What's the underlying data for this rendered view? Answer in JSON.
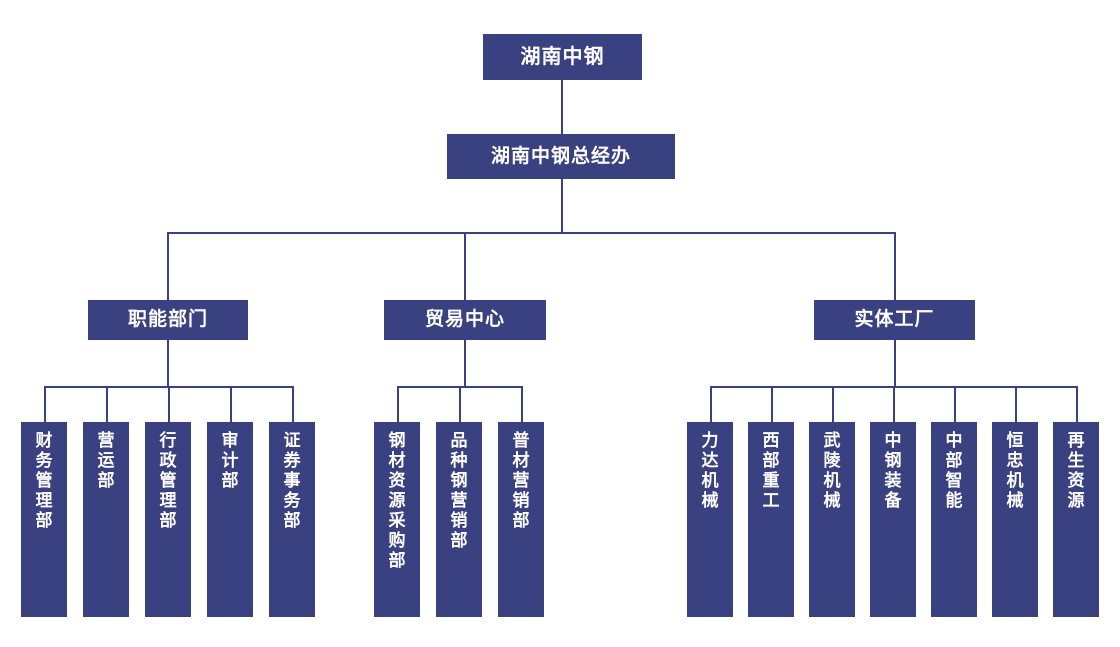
{
  "theme": {
    "box_fill": "#3a4180",
    "line_color": "#3a4180",
    "text_color": "#ffffff",
    "background": "#ffffff"
  },
  "org_chart": {
    "root": {
      "label": "湖南中钢"
    },
    "level2": {
      "label": "湖南中钢总经办"
    },
    "branches": [
      {
        "label": "职能部门",
        "children": [
          {
            "label": "财务管理部"
          },
          {
            "label": "营运部"
          },
          {
            "label": "行政管理部"
          },
          {
            "label": "审计部"
          },
          {
            "label": "证券事务部"
          }
        ]
      },
      {
        "label": "贸易中心",
        "children": [
          {
            "label": "钢材资源采购部"
          },
          {
            "label": "品种钢营销部"
          },
          {
            "label": "普材营销部"
          }
        ]
      },
      {
        "label": "实体工厂",
        "children": [
          {
            "label": "力达机械"
          },
          {
            "label": "西部重工"
          },
          {
            "label": "武陵机械"
          },
          {
            "label": "中钢装备"
          },
          {
            "label": "中部智能"
          },
          {
            "label": "恒忠机械"
          },
          {
            "label": "再生资源"
          }
        ]
      }
    ]
  }
}
